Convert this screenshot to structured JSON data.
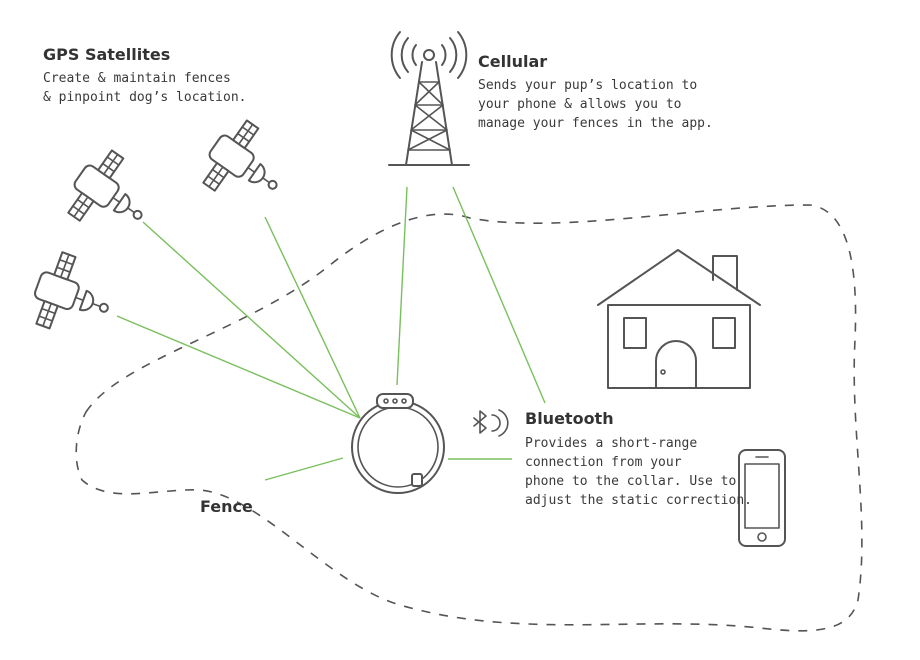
{
  "labels": {
    "gps": {
      "title": "GPS Satellites",
      "lines": [
        "Create & maintain fences",
        "& pinpoint dog’s location."
      ]
    },
    "cellular": {
      "title": "Cellular",
      "lines": [
        "Sends your pup’s location to",
        "your phone & allows you to",
        "manage your fences in the app."
      ]
    },
    "bluetooth": {
      "title": "Bluetooth",
      "lines": [
        "Provides a short-range",
        "connection from your",
        "phone to the collar. Use to",
        "adjust the static correction."
      ]
    },
    "fence": {
      "title": "Fence"
    }
  },
  "colors": {
    "signal_line": "#79bf5d",
    "line_art": "#555555",
    "text": "#3a3a3a"
  },
  "icons": [
    "satellite-icon",
    "cell-tower-icon",
    "house-icon",
    "smartphone-icon",
    "collar-icon",
    "bluetooth-icon"
  ]
}
